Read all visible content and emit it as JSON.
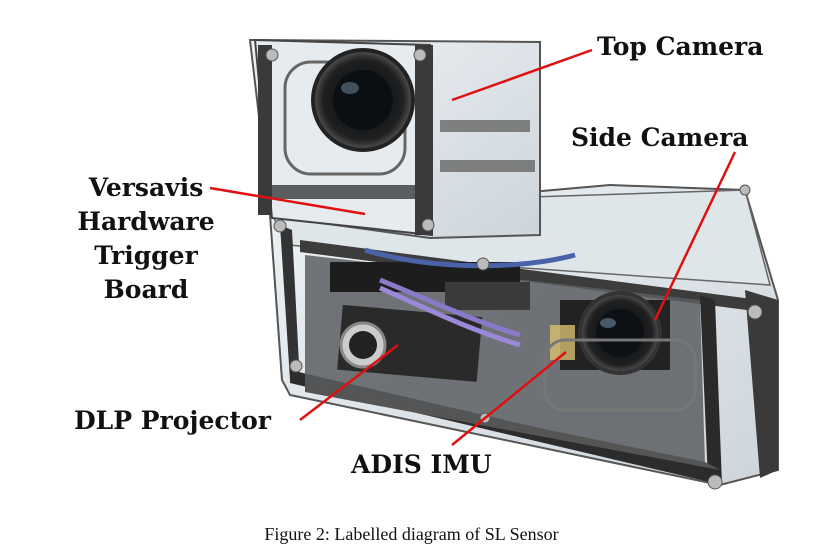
{
  "labels": {
    "top_camera": "Top Camera",
    "side_camera": "Side Camera",
    "versavis": [
      "Versavis",
      "Hardware",
      "Trigger",
      "Board"
    ],
    "dlp_projector": "DLP Projector",
    "adis_imu": "ADIS IMU"
  },
  "caption": "Figure 2: Labelled diagram of SL Sensor",
  "colors": {
    "leader_line": "#e01010",
    "frame": "#3a3a3a",
    "acrylic": "#cfd6dc",
    "cable": "#8a78c8"
  }
}
